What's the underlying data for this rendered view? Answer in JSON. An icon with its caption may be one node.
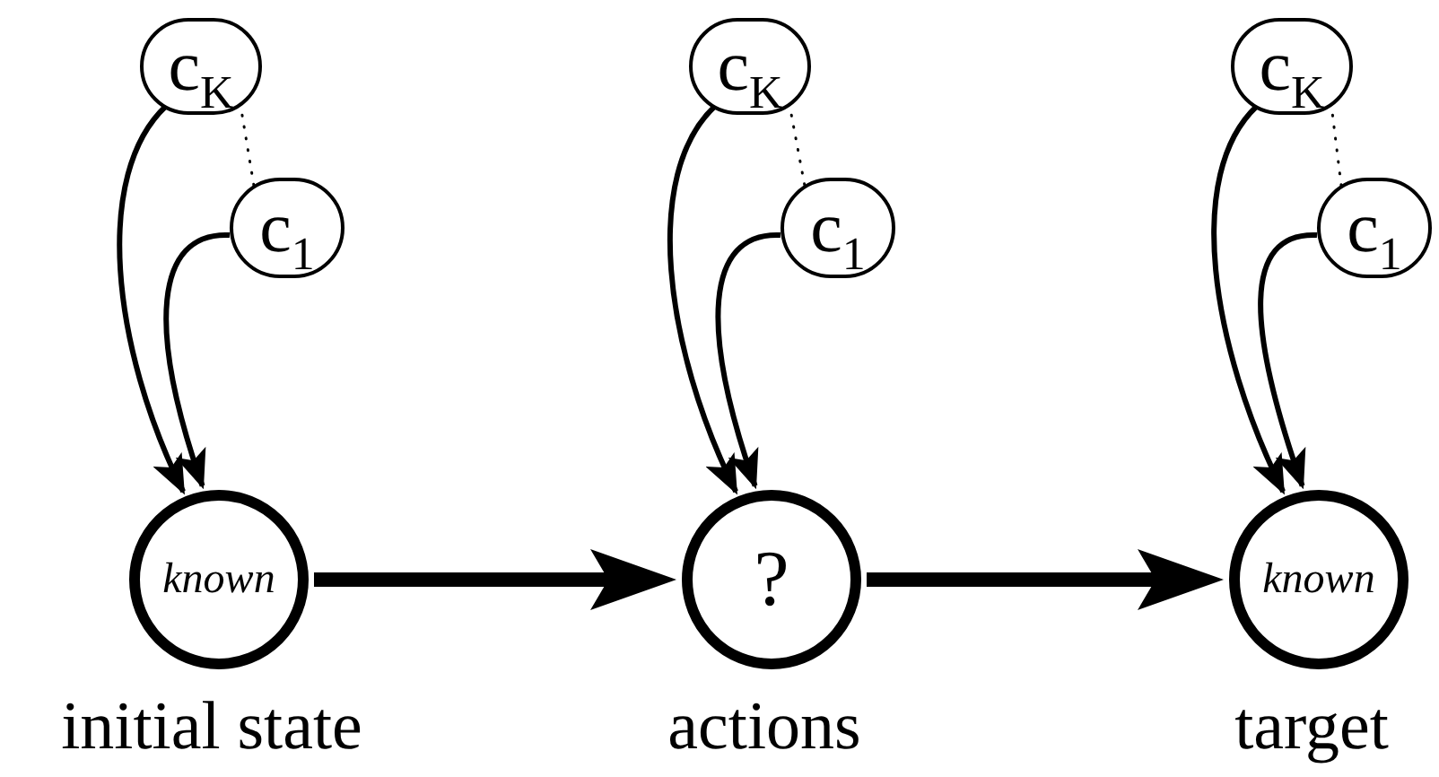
{
  "diagram": {
    "nodes": [
      {
        "text": [
          "c$_{K}$"
        ]
      },
      {
        "text": [
          "c$_{1}$"
        ]
      },
      {
        "text": [
          "known"
        ],
        "beside": [
          "initial state"
        ]
      },
      {
        "text": [
          "c$_{K}$"
        ]
      },
      {
        "text": [
          "c$_{1}$"
        ]
      },
      {
        "text": [
          "?"
        ],
        "beside": [
          "actions"
        ]
      },
      {
        "text": [
          "c$_{K}$"
        ]
      },
      {
        "text": [
          "c$_{1}$"
        ]
      },
      {
        "text": [
          "known"
        ],
        "beside": [
          "target"
        ]
      }
    ],
    "edges": [
      {
        "from": 0,
        "to": 2,
        "arrow": "to"
      },
      {
        "from": 1,
        "to": 2,
        "arrow": "to"
      },
      {
        "from": 0,
        "to": 1,
        "arrow": "none",
        "style": "dashed"
      },
      {
        "from": 2,
        "to": 5,
        "arrow": "to",
        "style": "thick"
      },
      {
        "from": 3,
        "to": 5,
        "arrow": "to"
      },
      {
        "from": 4,
        "to": 5,
        "arrow": "to"
      },
      {
        "from": 3,
        "to": 4,
        "arrow": "none",
        "style": "dashed"
      },
      {
        "from": 5,
        "to": 8,
        "arrow": "to",
        "style": "thick"
      },
      {
        "from": 6,
        "to": 8,
        "arrow": "to"
      },
      {
        "from": 7,
        "to": 8,
        "arrow": "to"
      },
      {
        "from": 6,
        "to": 7,
        "arrow": "none",
        "style": "dashed"
      }
    ]
  }
}
